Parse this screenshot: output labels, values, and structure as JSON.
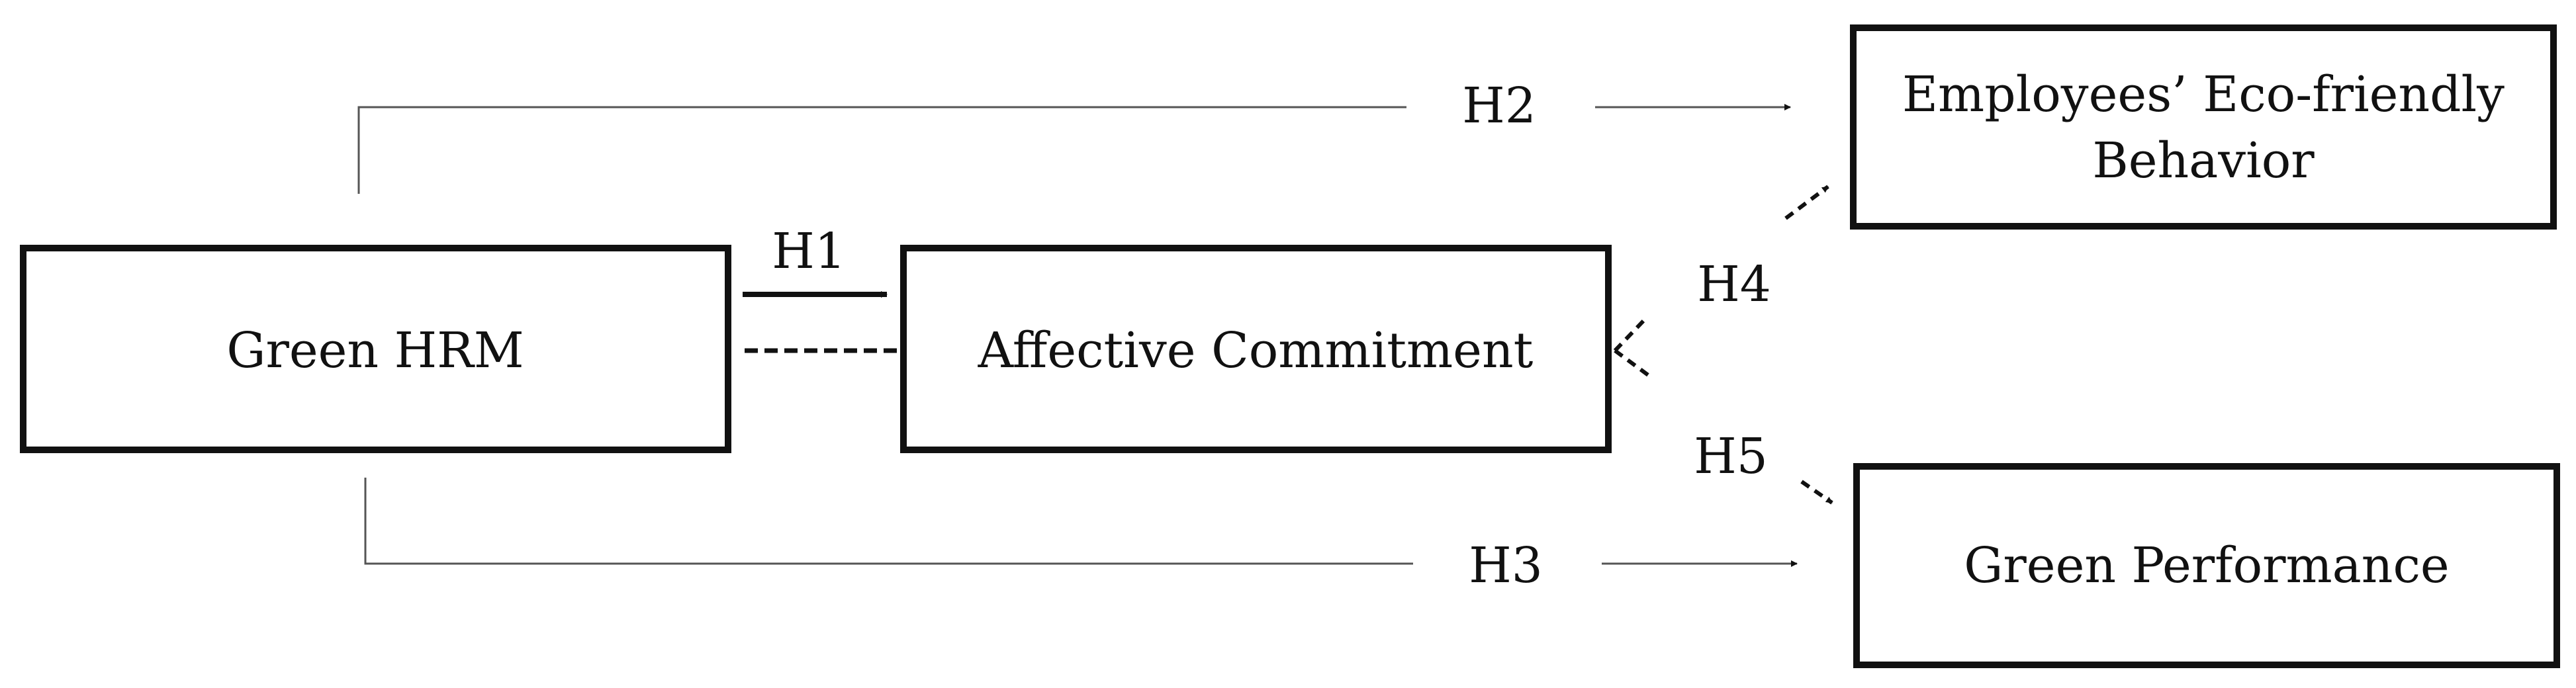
{
  "nodes": {
    "green_hrm": {
      "label": "Green HRM"
    },
    "affective_commitment": {
      "label": "Affective Commitment"
    },
    "eco_behavior": {
      "label_line1": "Employees’ Eco-friendly",
      "label_line2": "Behavior"
    },
    "green_performance": {
      "label": "Green Performance"
    }
  },
  "hypotheses": {
    "h1": "H1",
    "h2": "H2",
    "h3": "H3",
    "h4": "H4",
    "h5": "H5"
  },
  "colors": {
    "stroke": "#111111",
    "thin_line": "#555555",
    "background": "#ffffff"
  }
}
